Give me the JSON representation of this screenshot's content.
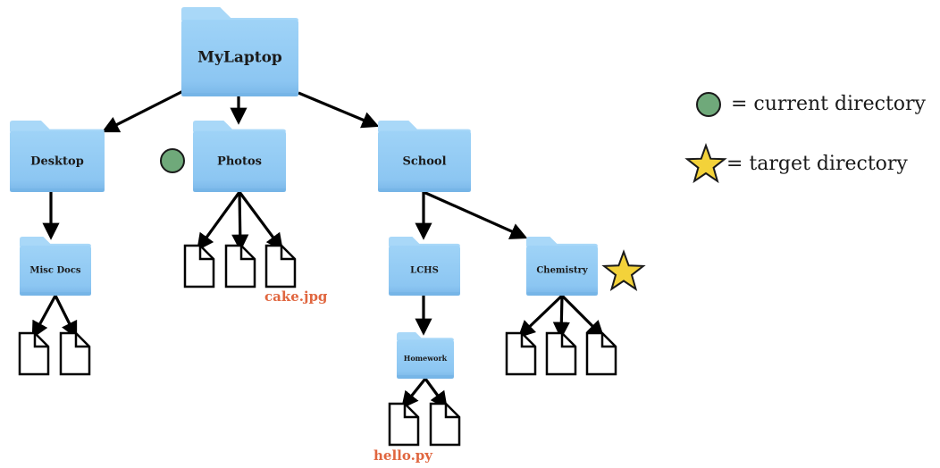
{
  "diagram": {
    "title": "Directory tree",
    "colors": {
      "folder_light": "#a9d8f8",
      "folder_main": "#8cc8f3",
      "folder_bottom": "#74b3e6",
      "arrow": "#000000",
      "file_stroke": "#000000",
      "file_fill": "#ffffff",
      "highlight_text": "#e0663f",
      "current_marker": "#6fa97a",
      "target_marker": "#f3d23a"
    },
    "folders": [
      {
        "id": "mylaptop",
        "label": "MyLaptop",
        "parent": null
      },
      {
        "id": "desktop",
        "label": "Desktop",
        "parent": "mylaptop"
      },
      {
        "id": "photos",
        "label": "Photos",
        "parent": "mylaptop",
        "marker": "current"
      },
      {
        "id": "school",
        "label": "School",
        "parent": "mylaptop"
      },
      {
        "id": "miscdocs",
        "label": "Misc Docs",
        "parent": "desktop"
      },
      {
        "id": "lchs",
        "label": "LCHS",
        "parent": "school"
      },
      {
        "id": "chemistry",
        "label": "Chemistry",
        "parent": "school",
        "marker": "target"
      },
      {
        "id": "homework",
        "label": "Homework",
        "parent": "lchs"
      }
    ],
    "files": [
      {
        "parent": "photos",
        "label": ""
      },
      {
        "parent": "photos",
        "label": ""
      },
      {
        "parent": "photos",
        "label": "cake.jpg"
      },
      {
        "parent": "miscdocs",
        "label": ""
      },
      {
        "parent": "miscdocs",
        "label": ""
      },
      {
        "parent": "chemistry",
        "label": ""
      },
      {
        "parent": "chemistry",
        "label": ""
      },
      {
        "parent": "chemistry",
        "label": ""
      },
      {
        "parent": "homework",
        "label": "hello.py"
      },
      {
        "parent": "homework",
        "label": ""
      }
    ],
    "legend": [
      {
        "marker": "current",
        "text": "= current directory"
      },
      {
        "marker": "target",
        "text": "= target directory"
      }
    ]
  }
}
